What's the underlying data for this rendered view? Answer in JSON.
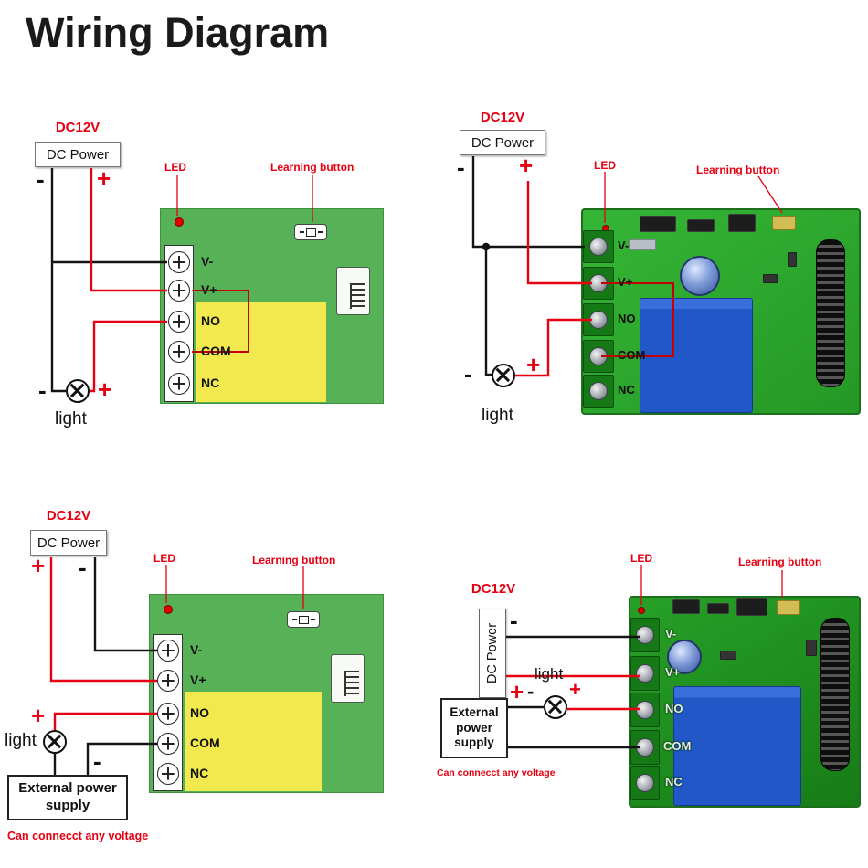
{
  "title": "Wiring Diagram",
  "colors": {
    "accent_red": "#e60012",
    "board_green": "#57b257",
    "photo_green": "#2fae2f",
    "highlight_yellow": "#f2e94e",
    "relay_blue": "#2257c7"
  },
  "panels": {
    "top_left": {
      "supply_voltage": "DC12V",
      "supply_name": "DC Power",
      "minus": "-",
      "plus": "+",
      "led_label": "LED",
      "learning_label": "Learning button",
      "terminals": [
        "V-",
        "V+",
        "NO",
        "COM",
        "NC"
      ],
      "light_label": "light"
    },
    "top_right": {
      "supply_voltage": "DC12V",
      "supply_name": "DC Power",
      "minus": "-",
      "plus": "+",
      "led_label": "LED",
      "learning_label": "Learning button",
      "terminals": [
        "V-",
        "V+",
        "NO",
        "COM",
        "NC"
      ],
      "light_label": "light"
    },
    "bottom_left": {
      "supply_voltage": "DC12V",
      "supply_name": "DC Power",
      "minus": "-",
      "plus": "+",
      "led_label": "LED",
      "learning_label": "Learning button",
      "terminals": [
        "V-",
        "V+",
        "NO",
        "COM",
        "NC"
      ],
      "light_label": "light",
      "external_supply": "External power supply",
      "external_note": "Can connecct any voltage"
    },
    "bottom_right": {
      "supply_voltage": "DC12V",
      "supply_name": "DC Power",
      "minus": "-",
      "plus": "+",
      "led_label": "LED",
      "learning_label": "Learning button",
      "terminals": [
        "V-",
        "V+",
        "NO",
        "COM",
        "NC"
      ],
      "light_label": "light",
      "external_supply": "External power supply",
      "external_note": "Can connecct any voltage"
    }
  }
}
